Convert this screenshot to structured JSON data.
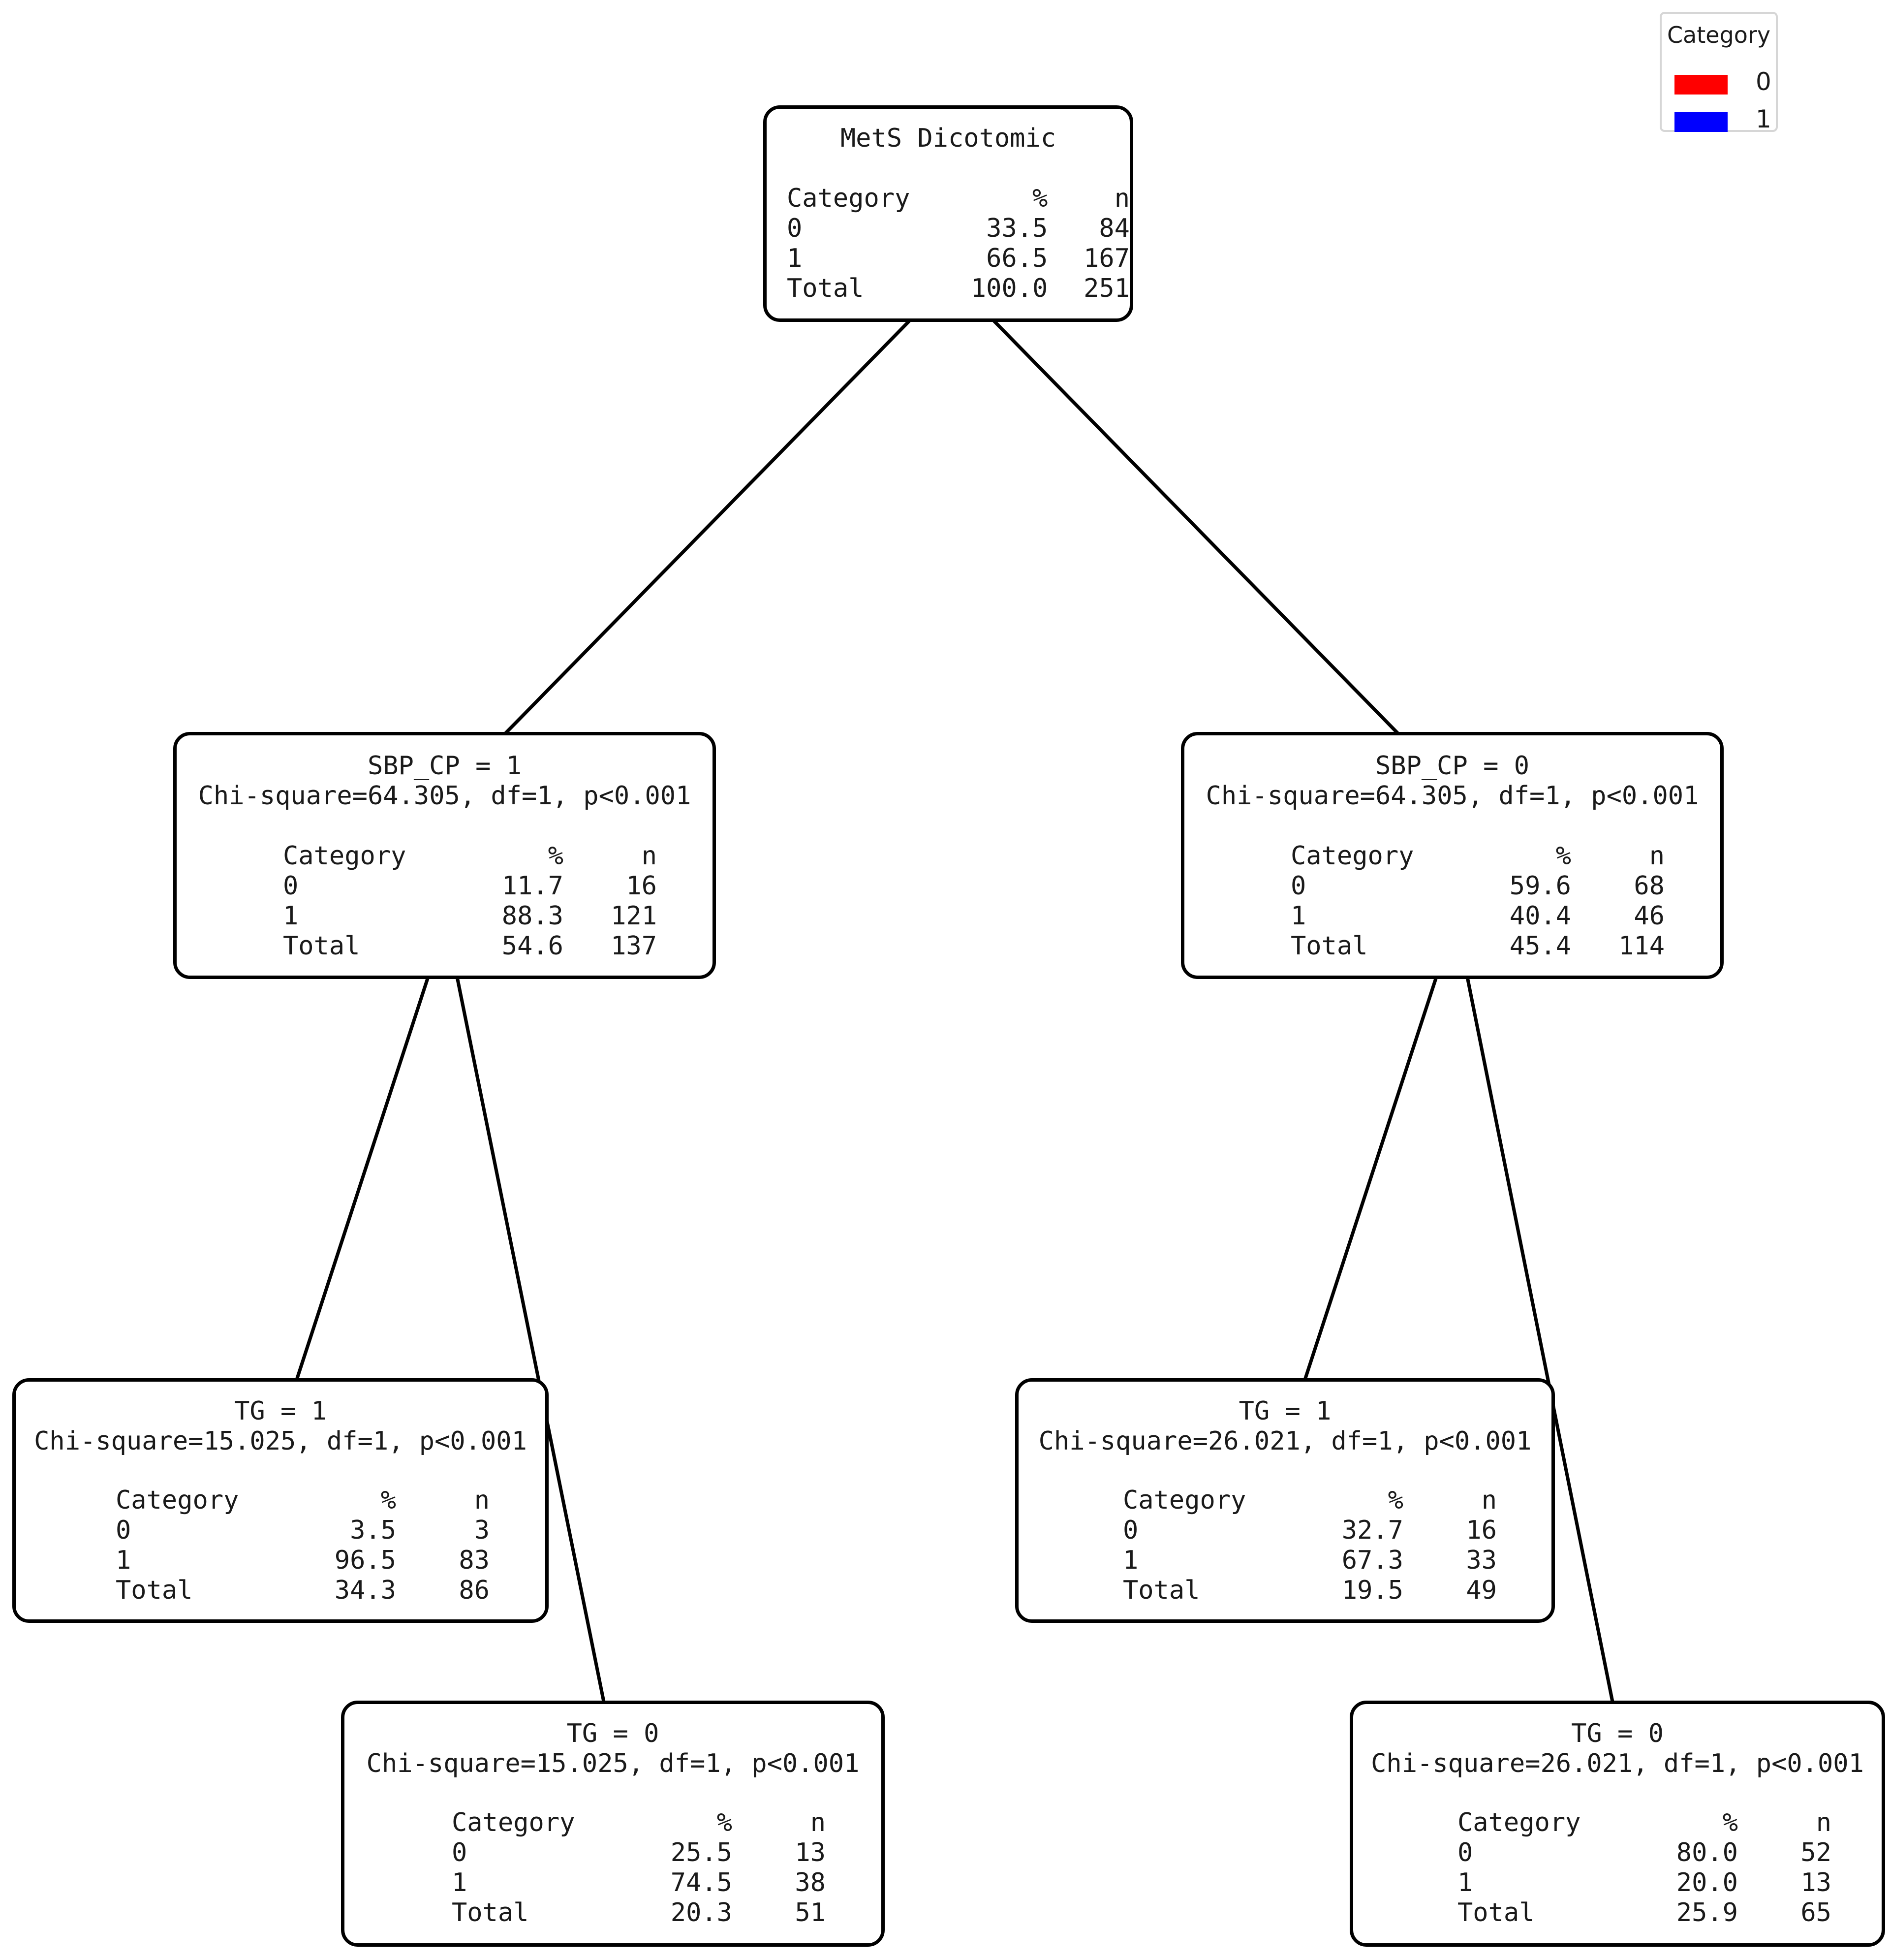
{
  "legend": {
    "title": "Category",
    "items": [
      {
        "label": "0",
        "color": "#ff0000"
      },
      {
        "label": "1",
        "color": "#0000ff"
      }
    ]
  },
  "tree": {
    "root": {
      "title": "MetS Dicotomic",
      "table": {
        "headers": [
          "Category",
          "%",
          "n"
        ],
        "rows": [
          [
            "0",
            "33.5",
            "84"
          ],
          [
            "1",
            "66.5",
            "167"
          ],
          [
            "Total",
            "100.0",
            "251"
          ]
        ]
      }
    },
    "left": {
      "condition": "SBP_CP = 1",
      "test": "Chi-square=64.305, df=1, p<0.001",
      "table": {
        "headers": [
          "Category",
          "%",
          "n"
        ],
        "rows": [
          [
            "0",
            "11.7",
            "16"
          ],
          [
            "1",
            "88.3",
            "121"
          ],
          [
            "Total",
            "54.6",
            "137"
          ]
        ]
      }
    },
    "right": {
      "condition": "SBP_CP = 0",
      "test": "Chi-square=64.305, df=1, p<0.001",
      "table": {
        "headers": [
          "Category",
          "%",
          "n"
        ],
        "rows": [
          [
            "0",
            "59.6",
            "68"
          ],
          [
            "1",
            "40.4",
            "46"
          ],
          [
            "Total",
            "45.4",
            "114"
          ]
        ]
      }
    },
    "left_left": {
      "condition": "TG = 1",
      "test": "Chi-square=15.025, df=1, p<0.001",
      "table": {
        "headers": [
          "Category",
          "%",
          "n"
        ],
        "rows": [
          [
            "0",
            "3.5",
            "3"
          ],
          [
            "1",
            "96.5",
            "83"
          ],
          [
            "Total",
            "34.3",
            "86"
          ]
        ]
      }
    },
    "left_right": {
      "condition": "TG = 0",
      "test": "Chi-square=15.025, df=1, p<0.001",
      "table": {
        "headers": [
          "Category",
          "%",
          "n"
        ],
        "rows": [
          [
            "0",
            "25.5",
            "13"
          ],
          [
            "1",
            "74.5",
            "38"
          ],
          [
            "Total",
            "20.3",
            "51"
          ]
        ]
      }
    },
    "right_left": {
      "condition": "TG = 1",
      "test": "Chi-square=26.021, df=1, p<0.001",
      "table": {
        "headers": [
          "Category",
          "%",
          "n"
        ],
        "rows": [
          [
            "0",
            "32.7",
            "16"
          ],
          [
            "1",
            "67.3",
            "33"
          ],
          [
            "Total",
            "19.5",
            "49"
          ]
        ]
      }
    },
    "right_right": {
      "condition": "TG = 0",
      "test": "Chi-square=26.021, df=1, p<0.001",
      "table": {
        "headers": [
          "Category",
          "%",
          "n"
        ],
        "rows": [
          [
            "0",
            "80.0",
            "52"
          ],
          [
            "1",
            "20.0",
            "13"
          ],
          [
            "Total",
            "25.9",
            "65"
          ]
        ]
      }
    }
  }
}
